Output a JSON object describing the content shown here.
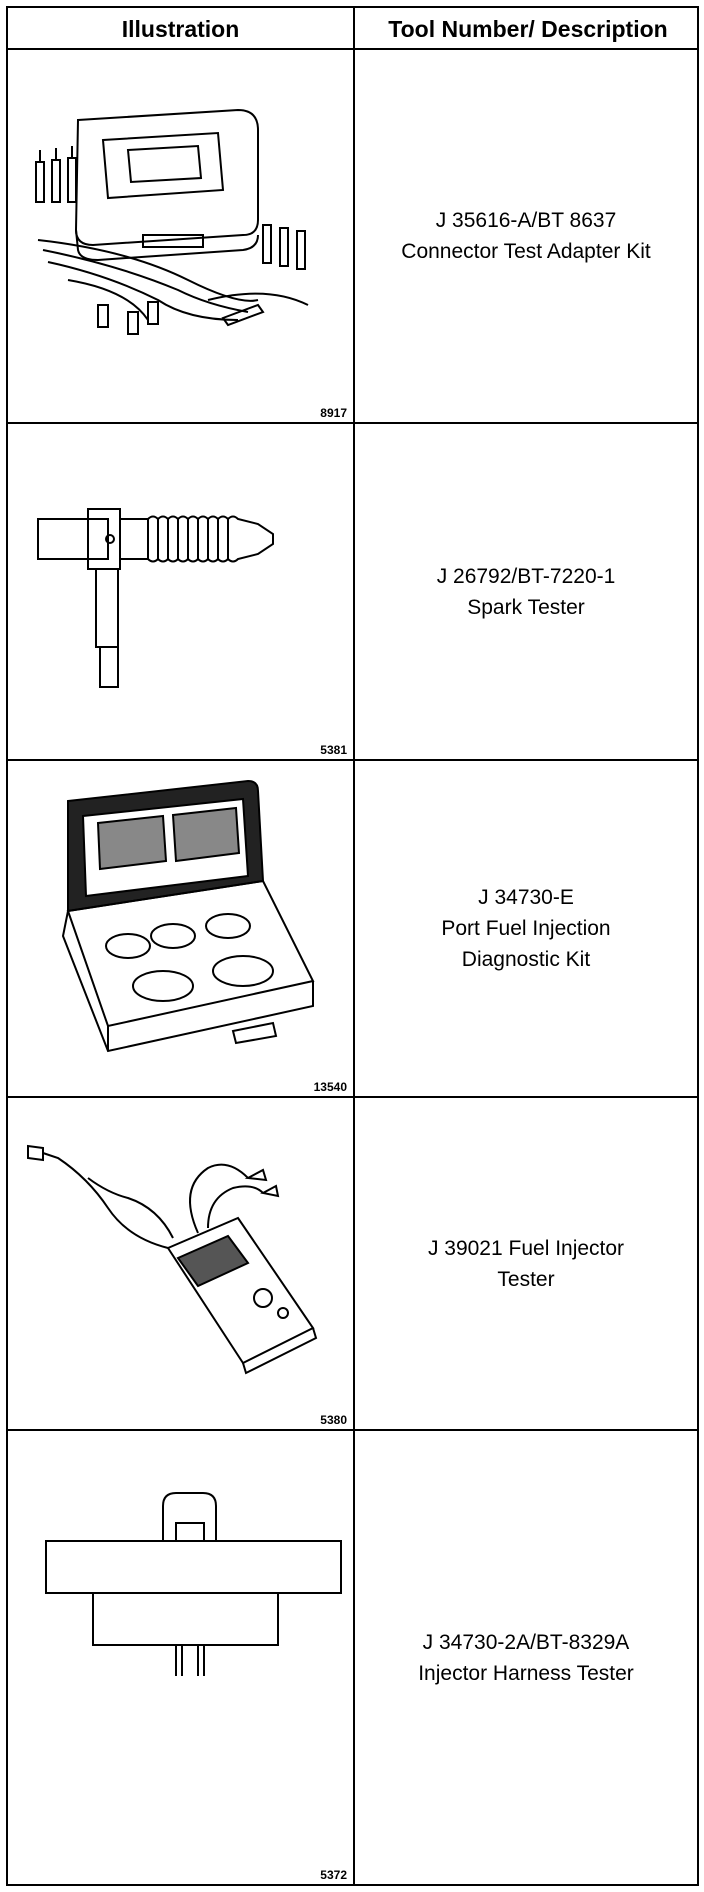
{
  "header": {
    "col_illustration": "Illustration",
    "col_tool": "Tool Number/ Description"
  },
  "rows": [
    {
      "fig": "8917",
      "lines": [
        "J 35616-A/BT 8637",
        "Connector Test Adapter Kit"
      ]
    },
    {
      "fig": "5381",
      "lines": [
        "J 26792/BT-7220-1",
        "Spark Tester"
      ]
    },
    {
      "fig": "13540",
      "lines": [
        "J 34730-E",
        "Port Fuel Injection",
        "Diagnostic Kit"
      ]
    },
    {
      "fig": "5380",
      "lines": [
        "J 39021  Fuel Injector",
        "Tester"
      ]
    },
    {
      "fig": "5372",
      "lines": [
        "J 34730-2A/BT-8329A",
        "Injector Harness Tester"
      ]
    }
  ],
  "icons": [
    "connector-test-adapter-kit-icon",
    "spark-tester-icon",
    "diagnostic-kit-case-icon",
    "fuel-injector-tester-icon",
    "injector-harness-tester-icon"
  ]
}
